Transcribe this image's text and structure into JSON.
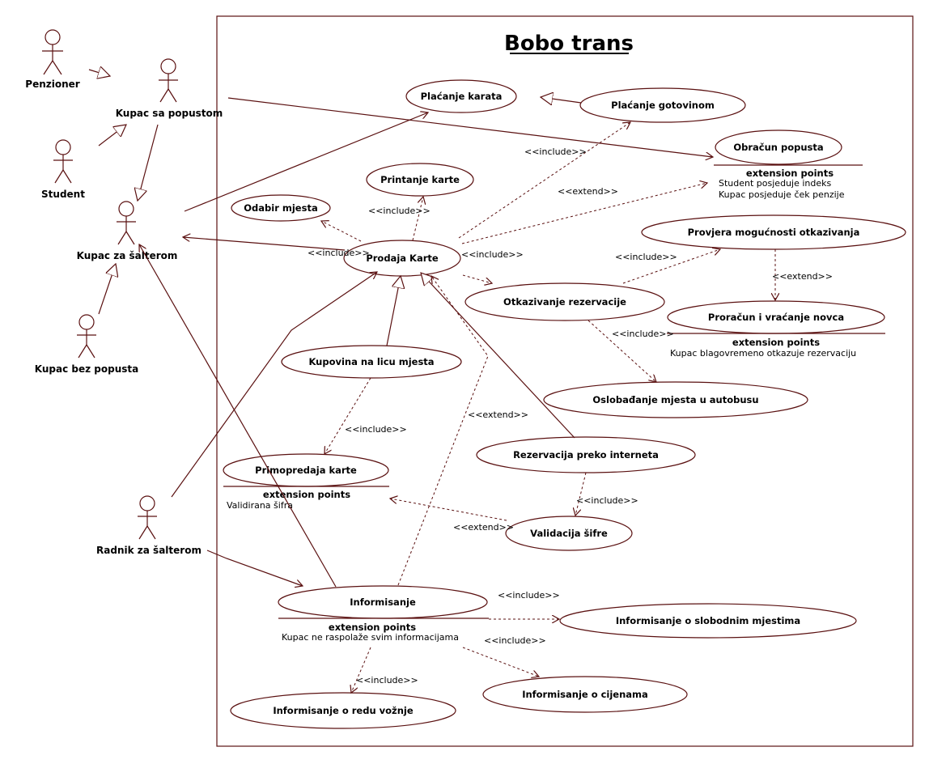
{
  "system": {
    "title": "Bobo trans"
  },
  "actors": [
    {
      "id": "penzioner",
      "label": "Penzioner"
    },
    {
      "id": "kupac_popust",
      "label": "Kupac sa popustom"
    },
    {
      "id": "student",
      "label": "Student"
    },
    {
      "id": "kupac_salter",
      "label": "Kupac za šalterom"
    },
    {
      "id": "kupac_bez",
      "label": "Kupac bez popusta"
    },
    {
      "id": "radnik",
      "label": "Radnik za šalterom"
    }
  ],
  "use_cases": [
    {
      "id": "placanje_karata",
      "label": "Plaćanje karata"
    },
    {
      "id": "placanje_gotovinom",
      "label": "Plaćanje gotovinom"
    },
    {
      "id": "obracun_popusta",
      "label": "Obračun popusta"
    },
    {
      "id": "printanje_karte",
      "label": "Printanje karte"
    },
    {
      "id": "odabir_mjesta",
      "label": "Odabir mjesta"
    },
    {
      "id": "prodaja_karte",
      "label": "Prodaja Karte"
    },
    {
      "id": "provjera",
      "label": "Provjera mogućnosti otkazivanja"
    },
    {
      "id": "otkazivanje",
      "label": "Otkazivanje rezervacije"
    },
    {
      "id": "proracun",
      "label": "Proračun i vraćanje novca"
    },
    {
      "id": "kupovina_licu",
      "label": "Kupovina na licu mjesta"
    },
    {
      "id": "oslobadjanje",
      "label": "Oslobađanje mjesta u autobusu"
    },
    {
      "id": "rezervacija_internet",
      "label": "Rezervacija preko interneta"
    },
    {
      "id": "primopredaja",
      "label": "Primopredaja karte"
    },
    {
      "id": "validacija",
      "label": "Validacija šifre"
    },
    {
      "id": "informisanje",
      "label": "Informisanje"
    },
    {
      "id": "info_slobodnim",
      "label": "Informisanje o slobodnim mjestima"
    },
    {
      "id": "info_cijenama",
      "label": "Informisanje o cijenama"
    },
    {
      "id": "info_red",
      "label": "Informisanje o redu vožnje"
    }
  ],
  "extension_points": {
    "heading": "extension points",
    "obracun": [
      "Student posjeduje indeks",
      "Kupac posjeduje ček penzije"
    ],
    "proracun": [
      "Kupac blagovremeno otkazuje rezervaciju"
    ],
    "primopredaja": [
      "Validirana šifra"
    ],
    "informisanje": [
      "Kupac ne raspolaže svim informacijama"
    ]
  },
  "relations": {
    "include": "<<include>>",
    "extend": "<<extend>>"
  }
}
